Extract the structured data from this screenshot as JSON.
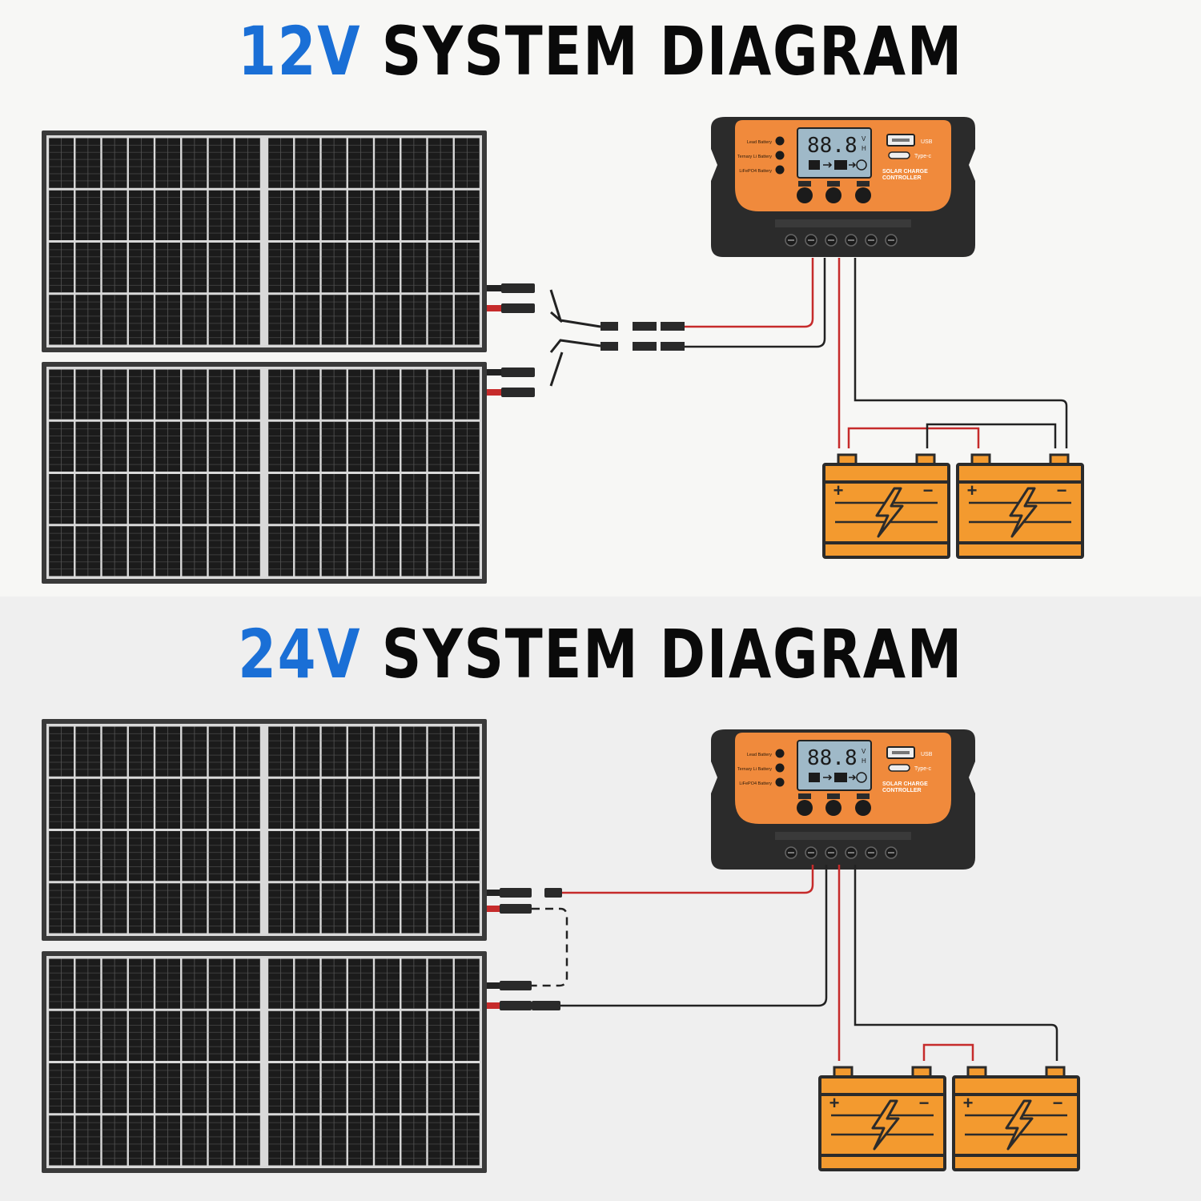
{
  "diagrams": [
    {
      "id": "12v",
      "title_voltage": "12V",
      "title_rest": "SYSTEM DIAGRAM",
      "wiring": "parallel"
    },
    {
      "id": "24v",
      "title_voltage": "24V",
      "title_rest": "SYSTEM DIAGRAM",
      "wiring": "series"
    }
  ],
  "controller": {
    "lcd_reading": "88.8",
    "lcd_unit_v": "V",
    "lcd_unit_h": "H",
    "usb_label": "USB",
    "typec_label": "Type-c",
    "name_line1": "SOLAR CHARGE",
    "name_line2": "CONTROLLER",
    "battery_modes": [
      "Lead Battery",
      "Ternary Li Battery",
      "LiFePO4 Battery"
    ]
  },
  "battery": {
    "plus": "+",
    "minus": "−"
  },
  "colors": {
    "accent_blue": "#1a6fd6",
    "controller_orange": "#f08a3c",
    "battery_orange": "#f39a2f",
    "wire_red": "#c62b2b",
    "wire_black": "#222222",
    "panel_cell": "#1b1b1b"
  }
}
